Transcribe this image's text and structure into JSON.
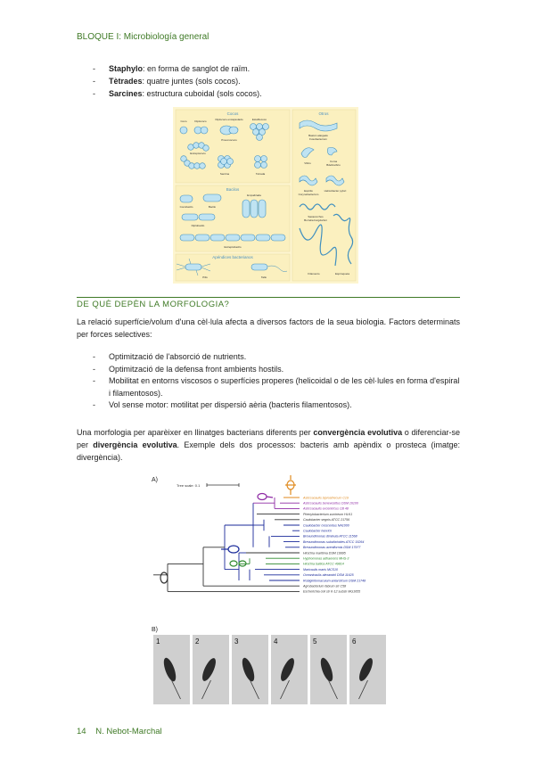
{
  "header": {
    "title": "BLOQUE I: Microbiología general"
  },
  "bullets_top": [
    {
      "term": "Staphylo",
      "desc": ": en forma de sanglot de raïm."
    },
    {
      "term": "Tètrades",
      "desc": ": quatre juntes (sols cocos)."
    },
    {
      "term": "Sarcines",
      "desc": ": estructura cuboidal (sols cocos)."
    }
  ],
  "figure1": {
    "panels": [
      "Cocos",
      "Otros",
      "Bacilos",
      "Apéndices bacterianos"
    ],
    "labels": {
      "coco": "Coco",
      "diplococo": "Diplococo",
      "diplococo_encap": "Diplococo encapsulado",
      "pneumococo": "Pneumococo",
      "estafilococo": "Estafilococo",
      "estreptococo": "Estreptococo",
      "sarcina": "Sarcina",
      "tetrada": "Tétrada",
      "cocobacilo": "Cocobacilo",
      "bacilo": "Bacilo",
      "empalizada": "Empalizada",
      "diplobacilo": "Diplobacilo",
      "estreptobacilo": "Estreptobacilo",
      "pilis": "Pilis",
      "tallo": "Tallo",
      "bastoncurvado": "Bastón alargado",
      "fusobacterium": "Fusobacterium",
      "vibrio": "Vibrio",
      "coma": "Coma",
      "bdellovibrio": "Bdellovibrio",
      "espirilo": "Espirilo",
      "helicobacter": "Helicobacter pylori",
      "borrelia": "Borrelia",
      "corynebacterium": "Corynebacterium",
      "sacacorchos": "Sacacorchos",
      "borrelia_burg": "Borrelia burgdorferi",
      "filamento": "Filamento",
      "espiroqueta": "Espiroqueta"
    }
  },
  "section": {
    "title": "DE QUÈ DEPÈN LA MORFOLOGIA?"
  },
  "para1": "La relació superfície/volum d'una cèl·lula afecta a diversos factors de la seua biologia. Factors determinats per forces selectives:",
  "list2": [
    "Optimització de l'absorció de nutrients.",
    "Optimització de la defensa front ambients hostils.",
    "Mobilitat en entorns viscosos o superfícies properes (helicoidal o de les cèl·lules en forma d'espiral i filamentosos).",
    "Vol sense motor: motilitat per dispersió aèria (bacteris filamentosos)."
  ],
  "para2": {
    "a": "Una morfologia per aparèixer en llinatges bacterians diferents per ",
    "b": "convergència evolutiva",
    "c": " o diferenciar-se per ",
    "d": "divergència evolutiva",
    "e": ". Exemple dels dos processos: bacteris amb apèndix o prosteca (imatge: divergència)."
  },
  "figure2": {
    "panel_a": "A)",
    "panel_b": "B)",
    "scale": "Tree scale: 0.1",
    "taxa": [
      {
        "name": "Asticcacaulis biprosthecum C19",
        "color": "#e08a1e"
      },
      {
        "name": "Asticcacaulis benevestitus DSM 16100",
        "color": "#8e2aa4"
      },
      {
        "name": "Asticcacaulis excentricus CB 48",
        "color": "#8e2aa4"
      },
      {
        "name": "Phenylobacterium zucineum HLK1",
        "color": "#333333"
      },
      {
        "name": "Caulobacter segnis ATCC 21756",
        "color": "#333333"
      },
      {
        "name": "Caulobacter crescentus NA1000",
        "color": "#1a2a9a"
      },
      {
        "name": "Caulobacter henricii",
        "color": "#1a2a9a"
      },
      {
        "name": "Brevundimonas diminuta ATCC 11568",
        "color": "#1a2a9a"
      },
      {
        "name": "Brevundimonas subvibrioides ATCC 15264",
        "color": "#1a2a9a"
      },
      {
        "name": "Brevundimonas aveniformis DSM 17977",
        "color": "#1a2a9a"
      },
      {
        "name": "Hirschia maritima DSM 19995",
        "color": "#333333"
      },
      {
        "name": "Hyphomonas adhaerens MHS-3",
        "color": "#2f8a2f"
      },
      {
        "name": "Hirschia baltica ATCC 49814",
        "color": "#2f8a2f"
      },
      {
        "name": "Maricaulis maris MCS10",
        "color": "#1a2a9a"
      },
      {
        "name": "Oceanicaulis alexandrii DSM 11625",
        "color": "#1a2a9a"
      },
      {
        "name": "Robiginitomaculum antarcticum DSM 21748",
        "color": "#1a2a9a"
      },
      {
        "name": "Agrobacterium fabrum str C58",
        "color": "#333333"
      },
      {
        "name": "Escherichia coli str K-12 substr MG1655",
        "color": "#333333"
      }
    ],
    "micro_numbers": [
      "1",
      "2",
      "3",
      "4",
      "5",
      "6"
    ]
  },
  "footer": {
    "page": "14",
    "author": "N. Nebot-Marchal"
  },
  "colors": {
    "accent": "#3f7a26",
    "fig_bg": "#fdf5cf",
    "cell": "#bfe3f2",
    "cell_stroke": "#3f8fbf"
  }
}
